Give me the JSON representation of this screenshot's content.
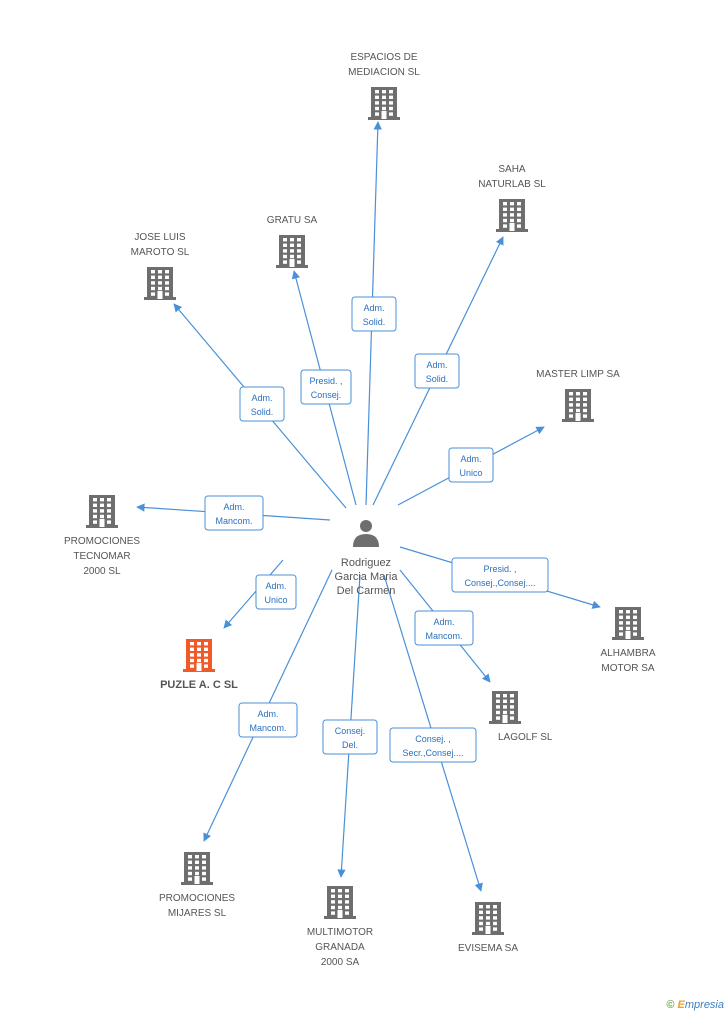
{
  "center": {
    "name_lines": [
      "Rodriguez",
      "Garcia Maria",
      "Del Carmen"
    ]
  },
  "colors": {
    "edge": "#4a90d9",
    "building": "#6e6e6e",
    "highlight": "#f05a28"
  },
  "nodes": [
    {
      "id": "espacios",
      "lines": [
        "ESPACIOS DE",
        "MEDIACION SL"
      ],
      "highlight": false
    },
    {
      "id": "saha",
      "lines": [
        "SAHA",
        "NATURLAB SL"
      ],
      "highlight": false
    },
    {
      "id": "gratu",
      "lines": [
        "GRATU SA"
      ],
      "highlight": false
    },
    {
      "id": "joseluis",
      "lines": [
        "JOSE LUIS",
        "MAROTO SL"
      ],
      "highlight": false
    },
    {
      "id": "masterlimp",
      "lines": [
        "MASTER LIMP SA"
      ],
      "highlight": false
    },
    {
      "id": "tecnomar",
      "lines": [
        "PROMOCIONES",
        "TECNOMAR",
        "2000 SL"
      ],
      "highlight": false
    },
    {
      "id": "puzle",
      "lines": [
        "PUZLE A.  C SL"
      ],
      "highlight": true
    },
    {
      "id": "alhambra",
      "lines": [
        "ALHAMBRA",
        "MOTOR SA"
      ],
      "highlight": false
    },
    {
      "id": "lagolf",
      "lines": [
        "LAGOLF  SL"
      ],
      "highlight": false
    },
    {
      "id": "mijares",
      "lines": [
        "PROMOCIONES",
        "MIJARES SL"
      ],
      "highlight": false
    },
    {
      "id": "multimotor",
      "lines": [
        "MULTIMOTOR",
        "GRANADA",
        "2000 SA"
      ],
      "highlight": false
    },
    {
      "id": "evisema",
      "lines": [
        "EVISEMA SA"
      ],
      "highlight": false
    }
  ],
  "relations": [
    {
      "target": "espacios",
      "lines": [
        "Adm.",
        "Solid."
      ]
    },
    {
      "target": "saha",
      "lines": [
        "Adm.",
        "Solid."
      ]
    },
    {
      "target": "gratu",
      "lines": [
        "Presid. ,",
        "Consej."
      ]
    },
    {
      "target": "joseluis",
      "lines": [
        "Adm.",
        "Solid."
      ]
    },
    {
      "target": "masterlimp",
      "lines": [
        "Adm.",
        "Unico"
      ]
    },
    {
      "target": "tecnomar",
      "lines": [
        "Adm.",
        "Mancom."
      ]
    },
    {
      "target": "puzle",
      "lines": [
        "Adm.",
        "Unico"
      ]
    },
    {
      "target": "alhambra",
      "lines": [
        "Presid. ,",
        "Consej.,Consej...."
      ]
    },
    {
      "target": "lagolf",
      "lines": [
        "Adm.",
        "Mancom."
      ]
    },
    {
      "target": "mijares",
      "lines": [
        "Adm.",
        "Mancom."
      ]
    },
    {
      "target": "multimotor",
      "lines": [
        "Consej.",
        "Del."
      ]
    },
    {
      "target": "evisema",
      "lines": [
        "Consej. ,",
        "Secr.,Consej...."
      ]
    }
  ],
  "footer": {
    "copyright": "©",
    "brand_first": "E",
    "brand_rest": "mpresia"
  }
}
